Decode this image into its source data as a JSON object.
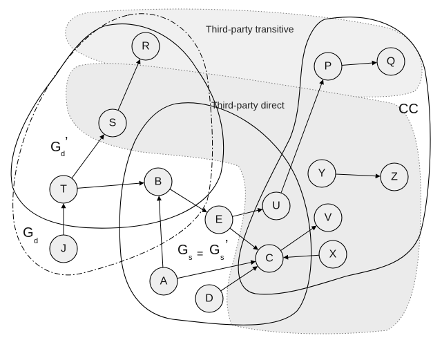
{
  "regions": {
    "third_party_transitive": "Third-party transitive",
    "third_party_direct": "Third-party direct"
  },
  "labels": {
    "cc": "CC",
    "gd_prime_main": "G",
    "gd_prime_sub": "d",
    "gd_prime_mark": "’",
    "gd_main": "G",
    "gd_sub": "d",
    "gs_main": "G",
    "gs_sub": "s",
    "gs_eq": "=",
    "gs2_main": "G",
    "gs2_sub": "s",
    "gs2_mark": "’"
  },
  "nodes": {
    "R": "R",
    "S": "S",
    "T": "T",
    "J": "J",
    "B": "B",
    "E": "E",
    "A": "A",
    "D": "D",
    "C": "C",
    "U": "U",
    "V": "V",
    "X": "X",
    "P": "P",
    "Q": "Q",
    "Y": "Y",
    "Z": "Z"
  },
  "edges": [
    [
      "S",
      "R"
    ],
    [
      "T",
      "S"
    ],
    [
      "J",
      "T"
    ],
    [
      "T",
      "B"
    ],
    [
      "A",
      "B"
    ],
    [
      "B",
      "E"
    ],
    [
      "E",
      "U"
    ],
    [
      "E",
      "C"
    ],
    [
      "U",
      "P"
    ],
    [
      "P",
      "Q"
    ],
    [
      "C",
      "V"
    ],
    [
      "X",
      "C"
    ],
    [
      "A",
      "C"
    ],
    [
      "D",
      "C"
    ],
    [
      "Y",
      "Z"
    ]
  ]
}
